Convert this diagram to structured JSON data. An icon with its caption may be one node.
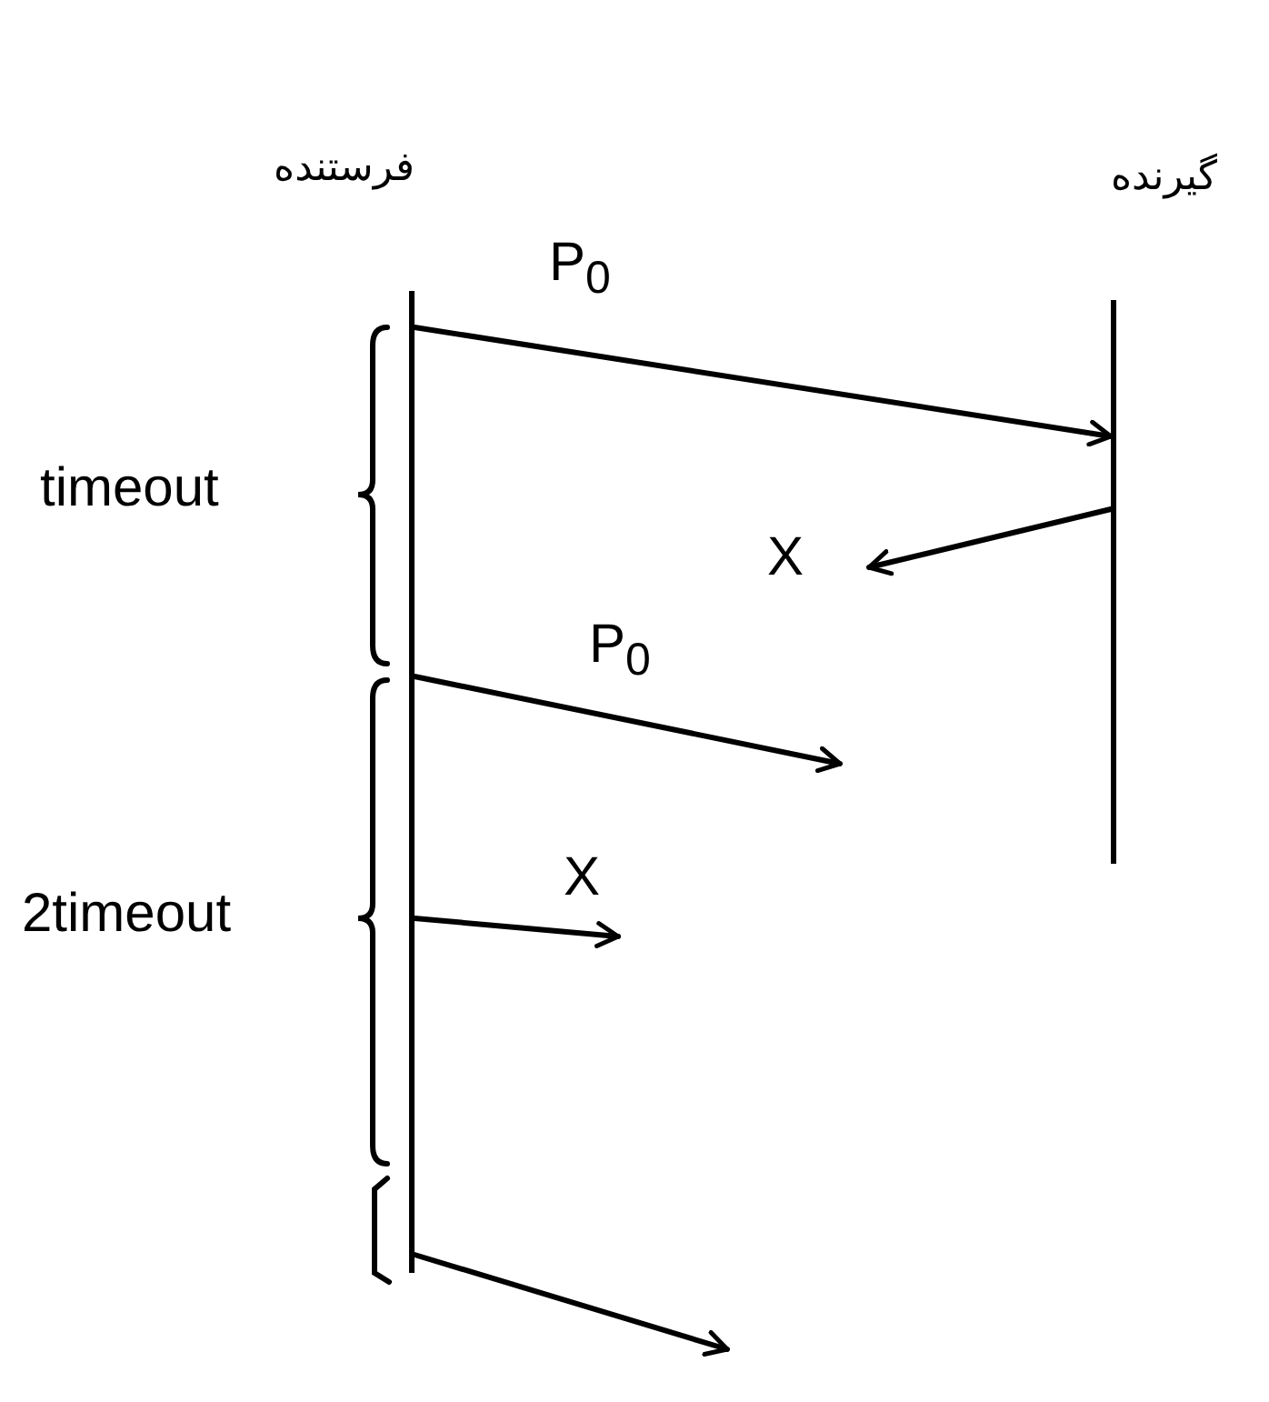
{
  "diagram": {
    "nodes": [
      {
        "text": [
          "فرستنده"
        ]
      },
      {
        "text": [
          "گیرنده"
        ]
      }
    ],
    "edges": [
      {
        "from": 0,
        "to": 1,
        "arrow": "to",
        "label": "P$_{0}$"
      },
      {
        "from": 1,
        "to": null,
        "arrow": "to",
        "label": "X"
      },
      {
        "from": 0,
        "to": null,
        "arrow": "to",
        "label": "P$_{0}$"
      },
      {
        "from": 0,
        "to": null,
        "arrow": "to",
        "label": "X"
      },
      {
        "from": 0,
        "to": null,
        "arrow": "to"
      }
    ],
    "labels": [
      "timeout",
      "2timeout"
    ]
  }
}
